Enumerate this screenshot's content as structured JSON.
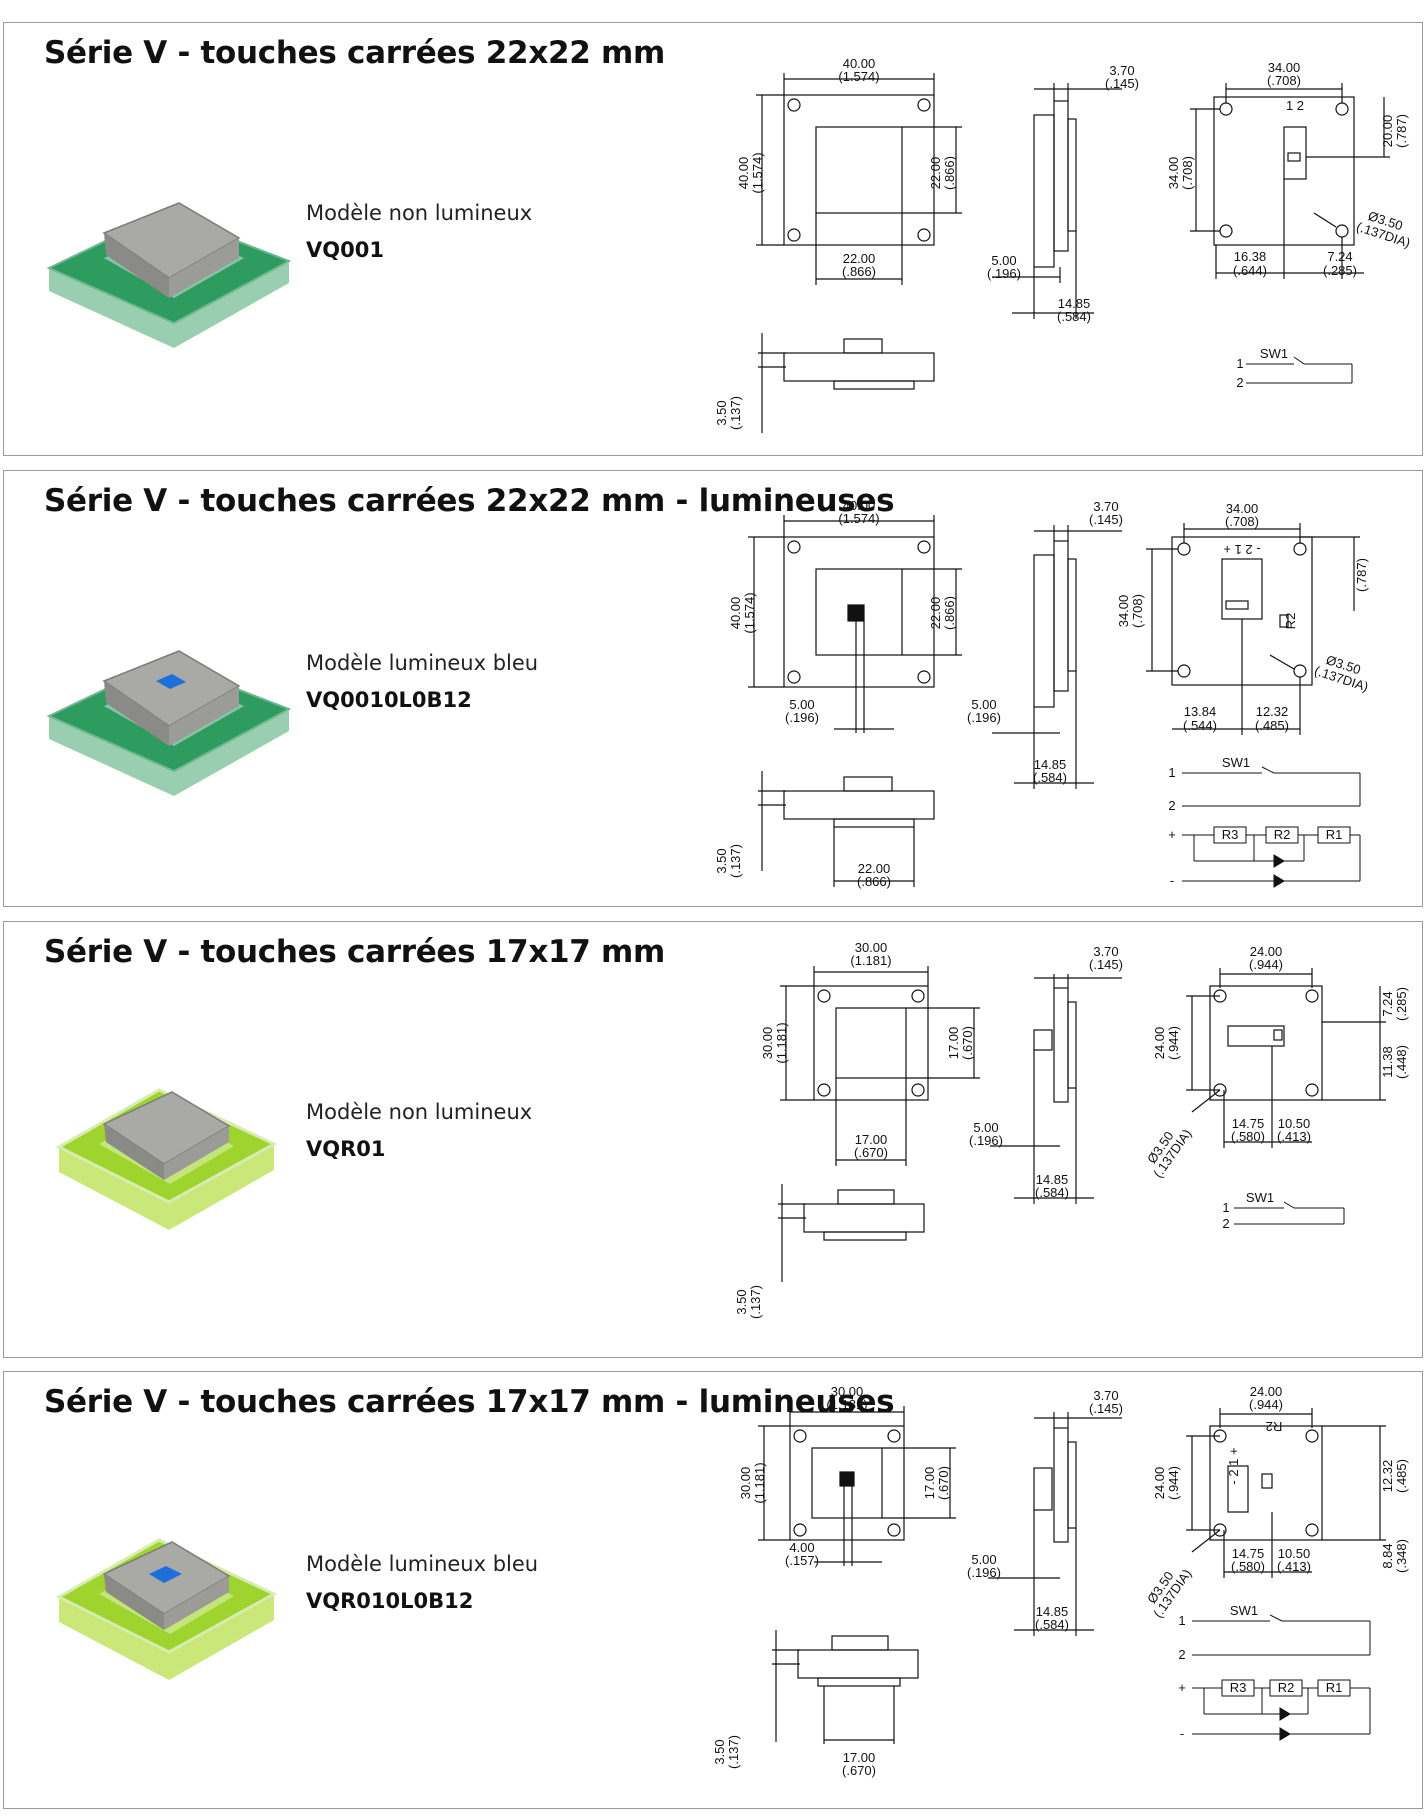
{
  "sections": [
    {
      "title": "Série V - touches carrées 22x22 mm",
      "model_desc": "Modèle non lumineux",
      "model_ref": "VQ001",
      "keycap_color": "#2e9b5f",
      "lens_color": "",
      "dims": {
        "front_w": "40.00",
        "front_w_in": "(1.574)",
        "front_h": "40.00",
        "front_h_in": "(1.574)",
        "key_h": "22.00",
        "key_h_in": "(.866)",
        "key_w": "22.00",
        "key_w_in": "(.866)",
        "side_t": "3.70",
        "side_t_in": "(.145)",
        "side_a": "5.00",
        "side_a_in": "(.196)",
        "side_b": "14.85",
        "side_b_in": "(.584)",
        "back_w": "34.00",
        "back_w_in": "(.708)",
        "back_h": "34.00",
        "back_h_in": "(.708)",
        "back_r": "20.00",
        "back_r_in": "(.787)",
        "back_l": "16.38",
        "back_l_in": "(.644)",
        "back_c": "7.24",
        "back_c_in": "(.285)",
        "hole": "Ø3.50",
        "hole_in": "(.137DIA)",
        "thick": "3.50",
        "thick_in": "(.137)",
        "pins": "1 2"
      },
      "schematic": {
        "sw": "SW1",
        "pin1": "1",
        "pin2": "2"
      }
    },
    {
      "title": "Série V - touches carrées 22x22 mm - lumineuses",
      "model_desc": "Modèle lumineux bleu",
      "model_ref": "VQ0010L0B12",
      "keycap_color": "#2e9b5f",
      "lens_color": "#1e6fd9",
      "dims": {
        "front_w": "40.00",
        "front_w_in": "(1.574)",
        "front_h": "40.00",
        "front_h_in": "(1.574)",
        "key_h": "22.00",
        "key_h_in": "(.866)",
        "key_w": "5.00",
        "key_w_in": "(.196)",
        "side_t": "3.70",
        "side_t_in": "(.145)",
        "side_a": "5.00",
        "side_a_in": "(.196)",
        "side_b": "14.85",
        "side_b_in": "(.584)",
        "back_w": "34.00",
        "back_w_in": "(.708)",
        "back_h": "34.00",
        "back_h_in": "(.708)",
        "back_r": "",
        "back_r_in": "(.787)",
        "back_l": "13.84",
        "back_l_in": "(.544)",
        "back_c": "12.32",
        "back_c_in": "(.485)",
        "hole": "Ø3.50",
        "hole_in": "(.137DIA)",
        "thick": "3.50",
        "thick_in": "(.137)",
        "bottom_w": "22.00",
        "bottom_w_in": "(.866)",
        "pins": "- 2 1 +",
        "r_label": "R2"
      },
      "schematic": {
        "sw": "SW1",
        "pin1": "1",
        "pin2": "2",
        "plus": "+",
        "minus": "-",
        "r3": "R3",
        "r2": "R2",
        "r1": "R1"
      }
    },
    {
      "title": "Série V - touches carrées 17x17 mm",
      "model_desc": "Modèle non lumineux",
      "model_ref": "VQR01",
      "keycap_color": "#9fd42e",
      "lens_color": "",
      "dims": {
        "front_w": "30.00",
        "front_w_in": "(1.181)",
        "front_h": "30.00",
        "front_h_in": "(1.181)",
        "key_h": "17.00",
        "key_h_in": "(.670)",
        "key_w": "17.00",
        "key_w_in": "(.670)",
        "side_t": "3.70",
        "side_t_in": "(.145)",
        "side_a": "5.00",
        "side_a_in": "(.196)",
        "side_b": "14.85",
        "side_b_in": "(.584)",
        "back_w": "24.00",
        "back_w_in": "(.944)",
        "back_h": "24.00",
        "back_h_in": "(.944)",
        "back_r": "7.24",
        "back_r_in": "(.285)",
        "back_r2": "11.38",
        "back_r2_in": "(.448)",
        "back_l": "14.75",
        "back_l_in": "(.580)",
        "back_c": "10.50",
        "back_c_in": "(.413)",
        "hole": "Ø3.50",
        "hole_in": "(.137DIA)",
        "thick": "3.50",
        "thick_in": "(.137)"
      },
      "schematic": {
        "sw": "SW1",
        "pin1": "1",
        "pin2": "2"
      }
    },
    {
      "title": "Série V - touches carrées 17x17 mm - lumineuses",
      "model_desc": "Modèle lumineux bleu",
      "model_ref": "VQR010L0B12",
      "keycap_color": "#9fd42e",
      "lens_color": "#1e6fd9",
      "dims": {
        "front_w": "30.00",
        "front_w_in": "(1.181)",
        "front_h": "30.00",
        "front_h_in": "(1.181)",
        "key_h": "17.00",
        "key_h_in": "(.670)",
        "key_w": "4.00",
        "key_w_in": "(.157)",
        "side_t": "3.70",
        "side_t_in": "(.145)",
        "side_a": "5.00",
        "side_a_in": "(.196)",
        "side_b": "14.85",
        "side_b_in": "(.584)",
        "back_w": "24.00",
        "back_w_in": "(.944)",
        "back_h": "24.00",
        "back_h_in": "(.944)",
        "back_r": "12.32",
        "back_r_in": "(.485)",
        "back_r2": "8.84",
        "back_r2_in": "(.348)",
        "back_l": "14.75",
        "back_l_in": "(.580)",
        "back_c": "10.50",
        "back_c_in": "(.413)",
        "hole": "Ø3.50",
        "hole_in": "(.137DIA)",
        "thick": "3.50",
        "thick_in": "(.137)",
        "bottom_w": "17.00",
        "bottom_w_in": "(.670)",
        "pins": "- 2 1 +",
        "r_label": "R2"
      },
      "schematic": {
        "sw": "SW1",
        "pin1": "1",
        "pin2": "2",
        "plus": "+",
        "minus": "-",
        "r3": "R3",
        "r2": "R2",
        "r1": "R1"
      }
    }
  ]
}
